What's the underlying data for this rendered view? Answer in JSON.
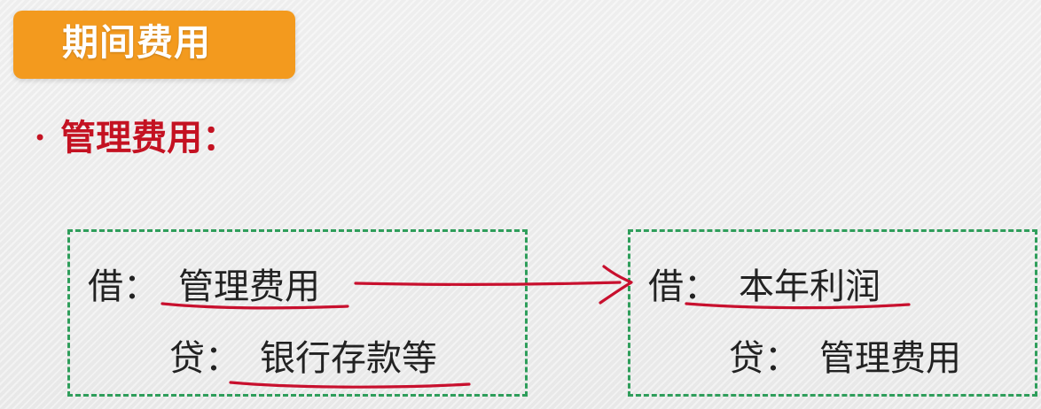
{
  "title": "期间费用",
  "bullet": {
    "text": "管理费用："
  },
  "left_entry": {
    "debit_label": "借：",
    "debit_account": "管理费用",
    "credit_label": "贷：",
    "credit_account": "银行存款等"
  },
  "right_entry": {
    "debit_label": "借：",
    "debit_account": "本年利润",
    "credit_label": "贷：",
    "credit_account": "管理费用"
  },
  "colors": {
    "banner": "#f39a1e",
    "bullet_text": "#c41222",
    "box_border": "#2f9e5b",
    "annotation": "#c8102e"
  }
}
